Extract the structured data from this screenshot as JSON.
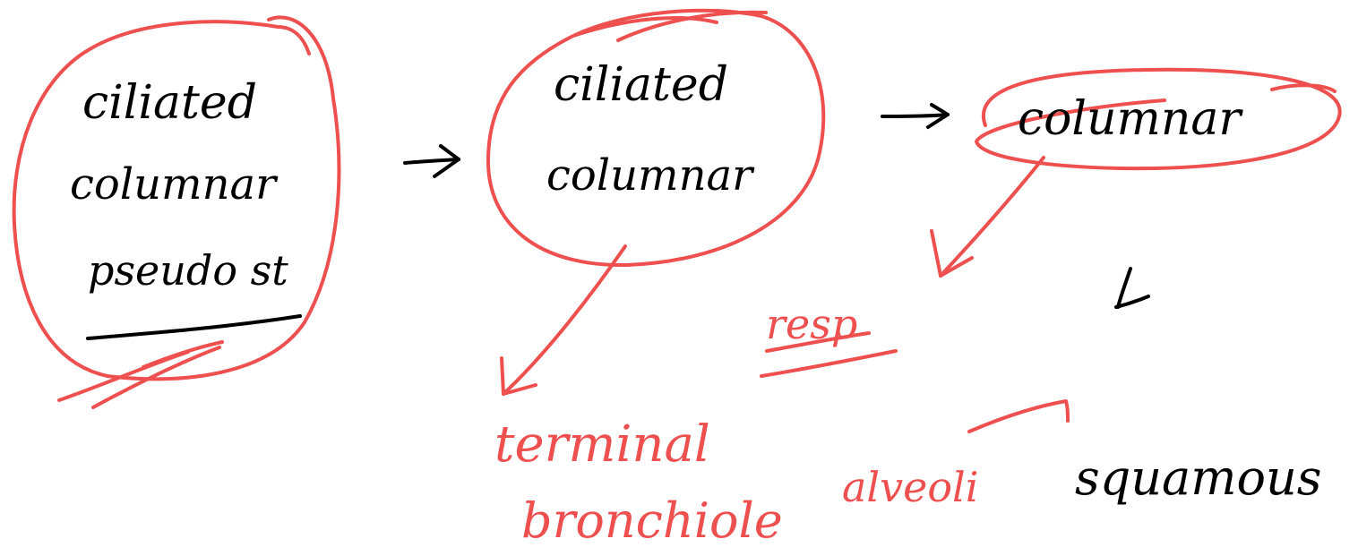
{
  "colors": {
    "black_ink": "#000000",
    "red_ink": "#ee4f4f",
    "background": "#ffffff"
  },
  "nodes": {
    "node1": {
      "line1": "ciliated",
      "line2": "columnar",
      "line3": "pseudo st"
    },
    "node2": {
      "line1": "ciliated",
      "line2": "columnar"
    },
    "node3": {
      "line1": "columnar"
    },
    "node4": {
      "line1": "squamous"
    }
  },
  "annotations": {
    "terminal": "terminal",
    "bronchiole": "bronchiole",
    "resp": "resp",
    "alveoli": "alveoli"
  }
}
